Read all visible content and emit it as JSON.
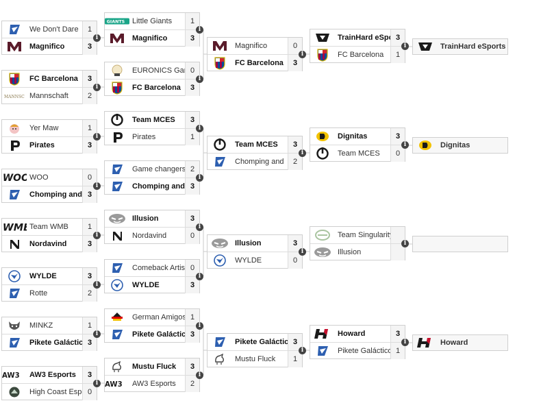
{
  "round1": [
    {
      "top": {
        "name": "We Don't Dare",
        "score": "1",
        "logo": "rl-icon"
      },
      "bottom": {
        "name": "Magnifico",
        "score": "3",
        "logo": "magnifico-icon"
      },
      "winner": "bottom"
    },
    {
      "top": {
        "name": "FC Barcelona",
        "score": "3",
        "logo": "barcelona-icon"
      },
      "bottom": {
        "name": "Mannschaft",
        "score": "2",
        "logo": "mannschaft-icon"
      },
      "winner": "top"
    },
    {
      "top": {
        "name": "Yer Maw",
        "score": "1",
        "logo": "yermaw-icon"
      },
      "bottom": {
        "name": "Pirates",
        "score": "3",
        "logo": "pirates-icon"
      },
      "winner": "bottom"
    },
    {
      "top": {
        "name": "WOO",
        "score": "0",
        "logo": "woo-icon"
      },
      "bottom": {
        "name": "Chomping and",
        "score": "3",
        "logo": "rl-icon"
      },
      "winner": "bottom"
    },
    {
      "top": {
        "name": "Team WMB",
        "score": "1",
        "logo": "wmb-icon"
      },
      "bottom": {
        "name": "Nordavind",
        "score": "3",
        "logo": "nordavind-icon"
      },
      "winner": "bottom"
    },
    {
      "top": {
        "name": "WYLDE",
        "score": "3",
        "logo": "wylde-icon"
      },
      "bottom": {
        "name": "Rotte",
        "score": "2",
        "logo": "rl-icon"
      },
      "winner": "top"
    },
    {
      "top": {
        "name": "MINKZ",
        "score": "1",
        "logo": "minkz-icon"
      },
      "bottom": {
        "name": "Pikete Galáctico",
        "score": "3",
        "logo": "rl-icon"
      },
      "winner": "bottom"
    },
    {
      "top": {
        "name": "AW3 Esports",
        "score": "3",
        "logo": "aw3-icon"
      },
      "bottom": {
        "name": "High Coast Esports",
        "score": "0",
        "logo": "highcoast-icon"
      },
      "winner": "top"
    }
  ],
  "round2": [
    {
      "top": {
        "name": "Little Giants",
        "score": "1",
        "logo": "littlegiants-icon"
      },
      "bottom": {
        "name": "Magnifico",
        "score": "3",
        "logo": "magnifico-icon"
      },
      "winner": "bottom"
    },
    {
      "top": {
        "name": "EURONICS Gaming",
        "score": "0",
        "logo": "euronics-icon"
      },
      "bottom": {
        "name": "FC Barcelona",
        "score": "3",
        "logo": "barcelona-icon"
      },
      "winner": "bottom"
    },
    {
      "top": {
        "name": "Team MCES",
        "score": "3",
        "logo": "mces-icon"
      },
      "bottom": {
        "name": "Pirates",
        "score": "1",
        "logo": "pirates-icon"
      },
      "winner": "top"
    },
    {
      "top": {
        "name": "Game changers",
        "score": "2",
        "logo": "rl-icon"
      },
      "bottom": {
        "name": "Chomping and",
        "score": "3",
        "logo": "rl-icon"
      },
      "winner": "bottom"
    },
    {
      "top": {
        "name": "Illusion",
        "score": "3",
        "logo": "illusion-icon"
      },
      "bottom": {
        "name": "Nordavind",
        "score": "0",
        "logo": "nordavind-icon"
      },
      "winner": "top"
    },
    {
      "top": {
        "name": "Comeback Artists",
        "score": "0",
        "logo": "rl-icon"
      },
      "bottom": {
        "name": "WYLDE",
        "score": "3",
        "logo": "wylde-icon"
      },
      "winner": "bottom"
    },
    {
      "top": {
        "name": "German Amigos",
        "score": "1",
        "logo": "germanamigos-icon"
      },
      "bottom": {
        "name": "Pikete Galáctico",
        "score": "3",
        "logo": "rl-icon"
      },
      "winner": "bottom"
    },
    {
      "top": {
        "name": "Mustu Fluck",
        "score": "3",
        "logo": "mustufluck-icon"
      },
      "bottom": {
        "name": "AW3 Esports",
        "score": "2",
        "logo": "aw3-icon"
      },
      "winner": "top"
    }
  ],
  "round3": [
    {
      "top": {
        "name": "Magnifico",
        "score": "0",
        "logo": "magnifico-icon"
      },
      "bottom": {
        "name": "FC Barcelona",
        "score": "3",
        "logo": "barcelona-icon"
      },
      "winner": "bottom"
    },
    {
      "top": {
        "name": "Team MCES",
        "score": "3",
        "logo": "mces-icon"
      },
      "bottom": {
        "name": "Chomping and",
        "score": "2",
        "logo": "rl-icon"
      },
      "winner": "top"
    },
    {
      "top": {
        "name": "Illusion",
        "score": "3",
        "logo": "illusion-icon"
      },
      "bottom": {
        "name": "WYLDE",
        "score": "0",
        "logo": "wylde-icon"
      },
      "winner": "top"
    },
    {
      "top": {
        "name": "Pikete Galáctico",
        "score": "3",
        "logo": "rl-icon"
      },
      "bottom": {
        "name": "Mustu Fluck",
        "score": "1",
        "logo": "mustufluck-icon"
      },
      "winner": "top"
    }
  ],
  "round4": [
    {
      "top": {
        "name": "TrainHard eSports",
        "score": "3",
        "logo": "trainhard-icon"
      },
      "bottom": {
        "name": "FC Barcelona",
        "score": "1",
        "logo": "barcelona-icon"
      },
      "winner": "top"
    },
    {
      "top": {
        "name": "Dignitas",
        "score": "3",
        "logo": "dignitas-icon"
      },
      "bottom": {
        "name": "Team MCES",
        "score": "0",
        "logo": "mces-icon"
      },
      "winner": "top"
    },
    {
      "top": {
        "name": "Team Singularity",
        "score": "",
        "logo": "singularity-icon"
      },
      "bottom": {
        "name": "Illusion",
        "score": "",
        "logo": "illusion-icon"
      },
      "winner": ""
    },
    {
      "top": {
        "name": "Howard",
        "score": "3",
        "logo": "howard-icon"
      },
      "bottom": {
        "name": "Pikete Galáctico",
        "score": "1",
        "logo": "rl-icon"
      },
      "winner": "top"
    }
  ],
  "qualified": [
    {
      "name": "TrainHard eSports",
      "logo": "trainhard-icon"
    },
    {
      "name": "Dignitas",
      "logo": "dignitas-icon"
    },
    {
      "name": "",
      "logo": ""
    },
    {
      "name": "Howard",
      "logo": "howard-icon"
    }
  ],
  "info_glyph": "i",
  "colors": {
    "rl_blue": "#2d5fb0",
    "barca_red": "#a50044",
    "barca_blue": "#004d98",
    "dignitas_yellow": "#f2c200",
    "howard_red": "#c8102e",
    "dark": "#1a1a1a"
  }
}
